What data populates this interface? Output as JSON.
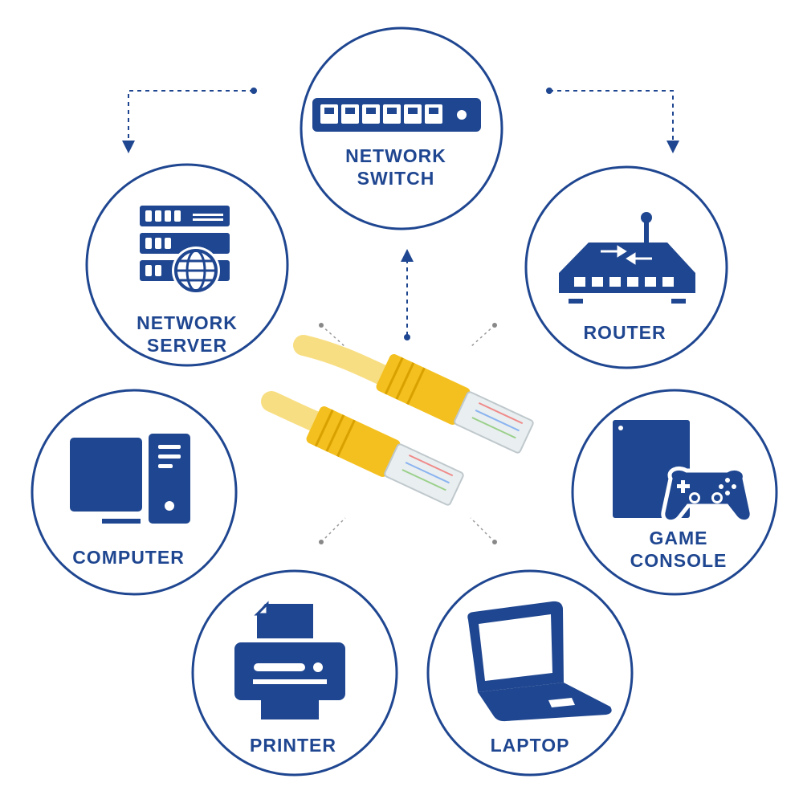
{
  "colors": {
    "primary": "#1f4690",
    "connector": "#777777",
    "cable": "#f2c21b",
    "background": "#ffffff"
  },
  "devices": {
    "switch": {
      "line1": "NETWORK",
      "line2": "SWITCH",
      "icon": "network-switch-icon"
    },
    "server": {
      "line1": "NETWORK",
      "line2": "SERVER",
      "icon": "server-rack-globe-icon"
    },
    "router": {
      "label": "ROUTER",
      "icon": "router-icon"
    },
    "computer": {
      "label": "COMPUTER",
      "icon": "desktop-computer-icon"
    },
    "console": {
      "line1": "GAME",
      "line2": "CONSOLE",
      "icon": "game-console-icon"
    },
    "printer": {
      "label": "PRINTER",
      "icon": "printer-icon"
    },
    "laptop": {
      "label": "LAPTOP",
      "icon": "laptop-icon"
    }
  },
  "center": {
    "image": "ethernet-cable-image"
  }
}
